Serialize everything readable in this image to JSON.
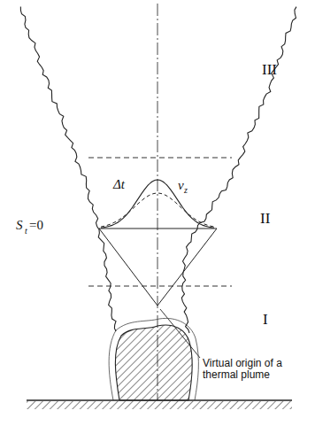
{
  "diagram": {
    "labels": [
      "III",
      "II",
      "I",
      "Δt",
      "v",
      "z",
      "S",
      "t",
      "=0",
      "Virtual origin of a thermal plume"
    ]
  }
}
